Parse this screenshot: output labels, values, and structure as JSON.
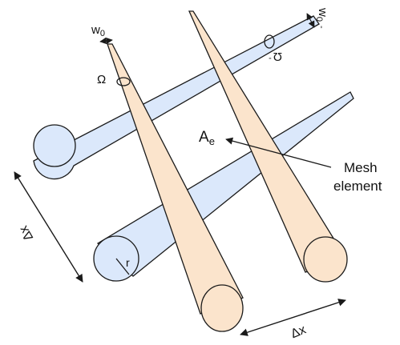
{
  "labels": {
    "w0_left_main": "w",
    "w0_left_sub": "0",
    "omega_left": "Ω",
    "w0_right_main": "w",
    "w0_right_sub": "0",
    "w0_right_prime": "-",
    "omega_right_main": "Ω",
    "omega_right_prime": "-",
    "area_main": "A",
    "area_sub": "e",
    "mesh_line1": "Mesh",
    "mesh_line2": "element",
    "radius": "r",
    "dx_left": "Δx",
    "dx_bottom": "Δx"
  },
  "colors": {
    "blue_fill": "#dbe8fb",
    "orange_fill": "#fbe4cc",
    "outline": "#1a1a1a"
  }
}
